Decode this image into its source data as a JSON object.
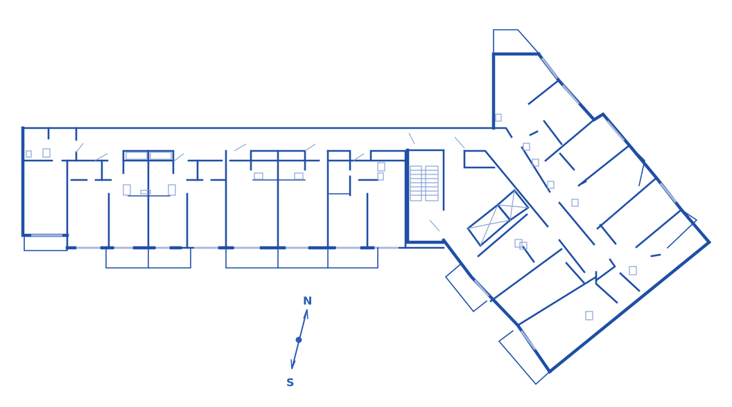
{
  "plan": {
    "type": "floor-plan",
    "line_color": "#1f4fa6",
    "window_color": "#a9b9de"
  },
  "compass": {
    "north_label": "N",
    "south_label": "S",
    "icon": "compass-arrow-icon"
  }
}
